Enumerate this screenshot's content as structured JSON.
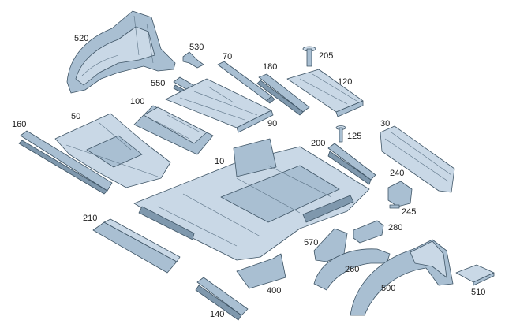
{
  "labels": {
    "l520": "520",
    "l530": "530",
    "l70": "70",
    "l180": "180",
    "l205": "205",
    "l550": "550",
    "l100": "100",
    "l120": "120",
    "l160": "160",
    "l50": "50",
    "l90": "90",
    "l30": "30",
    "l125": "125",
    "l200": "200",
    "l10": "10",
    "l240": "240",
    "l245": "245",
    "l210": "210",
    "l280": "280",
    "l570": "570",
    "l260": "260",
    "l400": "400",
    "l500": "500",
    "l510": "510",
    "l140": "140"
  },
  "colors": {
    "metal_light": "#c9d8e6",
    "metal_mid": "#a9bfd2",
    "metal_dark": "#7f98ad",
    "outline": "#3f5566"
  }
}
